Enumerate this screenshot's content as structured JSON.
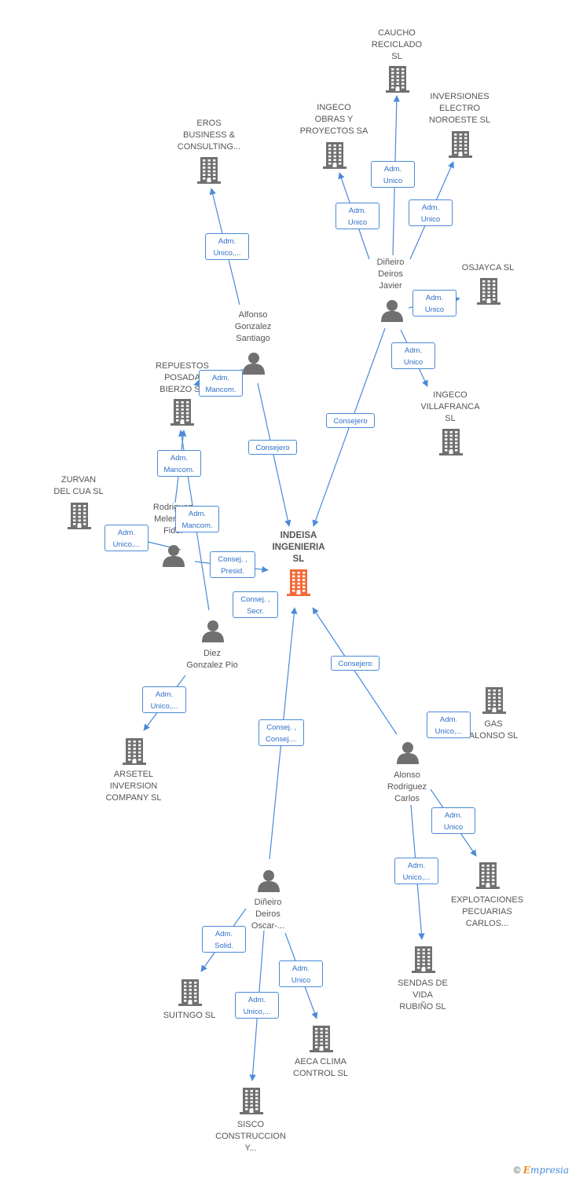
{
  "colors": {
    "company": "#707070",
    "center": "#f26a3a",
    "person": "#707070",
    "edge": "#4a8ad8",
    "edge_text": "#2f6fc8"
  },
  "nodes": [
    {
      "id": "indeisa",
      "type": "center",
      "label": "INDEISA\nINGENIERIA\nSL",
      "icon": "building-icon"
    },
    {
      "id": "caucho",
      "type": "company",
      "label": "CAUCHO\nRECICLADO\nSL",
      "icon": "building-icon"
    },
    {
      "id": "ingeco_obras",
      "type": "company",
      "label": "INGECO\nOBRAS Y\nPROYECTOS SA",
      "icon": "building-icon"
    },
    {
      "id": "inversiones",
      "type": "company",
      "label": "INVERSIONES\nELECTRO\nNOROESTE SL",
      "icon": "building-icon"
    },
    {
      "id": "eros",
      "type": "company",
      "label": "EROS\nBUSINESS &\nCONSULTING...",
      "icon": "building-icon"
    },
    {
      "id": "osjayca",
      "type": "company",
      "label": "OSJAYCA SL",
      "icon": "building-icon"
    },
    {
      "id": "ingeco_villa",
      "type": "company",
      "label": "INGECO\nVILLAFRANCA\nSL",
      "icon": "building-icon"
    },
    {
      "id": "repuestos",
      "type": "company",
      "label": "REPUESTOS\nPOSADA\nBIERZO SL",
      "icon": "building-icon"
    },
    {
      "id": "zurvan",
      "type": "company",
      "label": "ZURVAN\nDEL CUA SL",
      "icon": "building-icon"
    },
    {
      "id": "arsetel",
      "type": "company",
      "label": "ARSETEL\nINVERSION\nCOMPANY SL",
      "icon": "building-icon"
    },
    {
      "id": "gas",
      "type": "company",
      "label": "GAS\nALONSO SL",
      "icon": "building-icon"
    },
    {
      "id": "explotaciones",
      "type": "company",
      "label": "EXPLOTACIONES\nPECUARIAS\nCARLOS...",
      "icon": "building-icon"
    },
    {
      "id": "sendas",
      "type": "company",
      "label": "SENDAS DE\nVIDA\nRUBIÑO SL",
      "icon": "building-icon"
    },
    {
      "id": "suitngo",
      "type": "company",
      "label": "SUITNGO SL",
      "icon": "building-icon"
    },
    {
      "id": "aeca",
      "type": "company",
      "label": "AECA CLIMA\nCONTROL SL",
      "icon": "building-icon"
    },
    {
      "id": "sisco",
      "type": "company",
      "label": "SISCO\nCONSTRUCCION\nY...",
      "icon": "building-icon"
    },
    {
      "id": "dineiro_javier",
      "type": "person",
      "label": "Diñeiro\nDeiros\nJavier",
      "icon": "person-icon"
    },
    {
      "id": "alfonso",
      "type": "person",
      "label": "Alfonso\nGonzalez\nSantiago",
      "icon": "person-icon"
    },
    {
      "id": "rodriguez",
      "type": "person",
      "label": "Rodriguez\nMelendez\nFidel",
      "icon": "person-icon"
    },
    {
      "id": "diez",
      "type": "person",
      "label": "Diez\nGonzalez Pio",
      "icon": "person-icon"
    },
    {
      "id": "alonso",
      "type": "person",
      "label": "Alonso\nRodriguez\nCarlos",
      "icon": "person-icon"
    },
    {
      "id": "dineiro_oscar",
      "type": "person",
      "label": "Diñeiro\nDeiros\nOscar-...",
      "icon": "person-icon"
    }
  ],
  "edges": [
    {
      "from": "dineiro_javier",
      "to": "caucho",
      "label": "Adm.\nUnico"
    },
    {
      "from": "dineiro_javier",
      "to": "ingeco_obras",
      "label": "Adm.\nUnico"
    },
    {
      "from": "dineiro_javier",
      "to": "inversiones",
      "label": "Adm.\nUnico"
    },
    {
      "from": "dineiro_javier",
      "to": "osjayca",
      "label": "Adm.\nUnico"
    },
    {
      "from": "dineiro_javier",
      "to": "ingeco_villa",
      "label": "Adm.\nUnico"
    },
    {
      "from": "dineiro_javier",
      "to": "indeisa",
      "label": "Consejero"
    },
    {
      "from": "alfonso",
      "to": "eros",
      "label": "Adm.\nUnico,..."
    },
    {
      "from": "alfonso",
      "to": "repuestos",
      "label": "Adm.\nMancom."
    },
    {
      "from": "alfonso",
      "to": "indeisa",
      "label": "Consejero"
    },
    {
      "from": "rodriguez",
      "to": "repuestos",
      "label": "Adm.\nMancom."
    },
    {
      "from": "rodriguez",
      "to": "zurvan",
      "label": "Adm.\nUnico,..."
    },
    {
      "from": "rodriguez",
      "to": "indeisa",
      "label": "Consej. ,\nPresid."
    },
    {
      "from": "diez",
      "to": "repuestos",
      "label": "Adm.\nMancom."
    },
    {
      "from": "diez",
      "to": "indeisa",
      "label": "Consej. ,\nSecr."
    },
    {
      "from": "diez",
      "to": "arsetel",
      "label": "Adm.\nUnico,..."
    },
    {
      "from": "alonso",
      "to": "indeisa",
      "label": "Consejero"
    },
    {
      "from": "alonso",
      "to": "gas",
      "label": "Adm.\nUnico,..."
    },
    {
      "from": "alonso",
      "to": "explotaciones",
      "label": "Adm.\nUnico"
    },
    {
      "from": "alonso",
      "to": "sendas",
      "label": "Adm.\nUnico,..."
    },
    {
      "from": "dineiro_oscar",
      "to": "indeisa",
      "label": "Consej. ,\nConsej...."
    },
    {
      "from": "dineiro_oscar",
      "to": "suitngo",
      "label": "Adm.\nSolid."
    },
    {
      "from": "dineiro_oscar",
      "to": "sisco",
      "label": "Adm.\nUnico,..."
    },
    {
      "from": "dineiro_oscar",
      "to": "aeca",
      "label": "Adm.\nUnico"
    }
  ],
  "footer": {
    "copyright": "©",
    "brand_first": "E",
    "brand_rest": "mpresia"
  }
}
